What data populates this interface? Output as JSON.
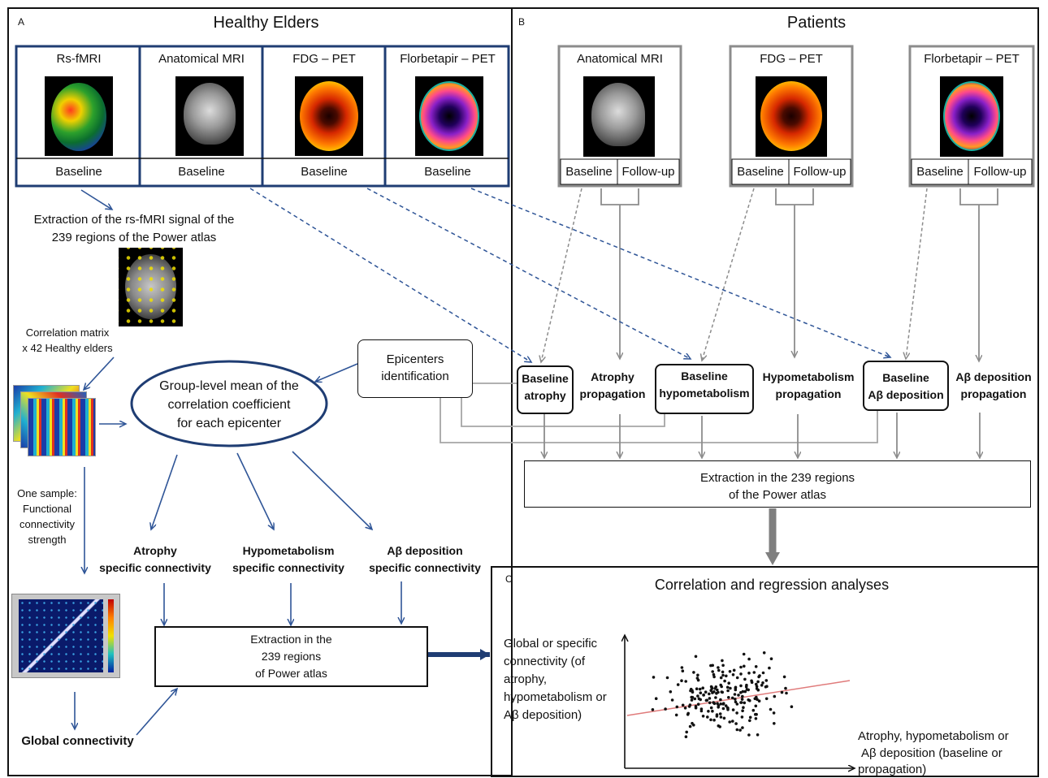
{
  "panels": {
    "a": {
      "letter": "A",
      "title": "Healthy Elders"
    },
    "b": {
      "letter": "B",
      "title": "Patients"
    },
    "c": {
      "letter": "C",
      "title": "Correlation and regression analyses"
    }
  },
  "healthy_modalities": [
    {
      "name": "Rs-fMRI",
      "time": "Baseline",
      "icon": "rs-fmri-brain-image"
    },
    {
      "name": "Anatomical MRI",
      "time": "Baseline",
      "icon": "anatomical-mri-image"
    },
    {
      "name": "FDG – PET",
      "time": "Baseline",
      "icon": "fdg-pet-image"
    },
    {
      "name": "Florbetapir – PET",
      "time": "Baseline",
      "icon": "florbetapir-pet-image"
    }
  ],
  "patient_modalities": [
    {
      "name": "Anatomical MRI",
      "baseline": "Baseline",
      "followup": "Follow-up"
    },
    {
      "name": "FDG – PET",
      "baseline": "Baseline",
      "followup": "Follow-up"
    },
    {
      "name": "Florbetapir – PET",
      "baseline": "Baseline",
      "followup": "Follow-up"
    }
  ],
  "healthy_flow": {
    "extraction_line1": "Extraction of the rs-fMRI signal  of the",
    "extraction_line2": "239 regions of the Power atlas",
    "corr_line1": "Correlation matrix",
    "corr_line2": "x 42 Healthy elders",
    "group_line1": "Group-level mean of the",
    "group_line2": "correlation coefficient",
    "group_line3": "for each epicenter",
    "epicenters_line1": "Epicenters",
    "epicenters_line2": "identification",
    "one_sample": [
      "One sample:",
      "Functional",
      "connectivity",
      "strength"
    ],
    "atrophy": [
      "Atrophy",
      "specific connectivity"
    ],
    "hypo": [
      "Hypometabolism",
      "specific connectivity"
    ],
    "abeta": [
      "Aβ deposition",
      "specific connectivity"
    ],
    "extraction_box": [
      "Extraction in the",
      "239 regions",
      "of Power atlas"
    ],
    "global": "Global connectivity"
  },
  "patient_flow": {
    "baseline_atrophy": [
      "Baseline",
      "atrophy"
    ],
    "atrophy_prop": [
      "Atrophy",
      "propagation"
    ],
    "baseline_hypo": [
      "Baseline",
      "hypometabolism"
    ],
    "hypo_prop": [
      "Hypometabolism",
      "propagation"
    ],
    "baseline_abeta": [
      "Baseline",
      "Aβ deposition"
    ],
    "abeta_prop": [
      "Aβ deposition",
      "propagation"
    ],
    "extraction": [
      "Extraction in the 239 regions",
      "of the Power atlas"
    ]
  },
  "analysis": {
    "ylabel": [
      "Global or specific",
      "connectivity (of",
      "atrophy,",
      "hypometabolism or",
      "Aβ deposition)"
    ],
    "xlabel": [
      "Atrophy, hypometabolism or",
      "Aβ deposition (baseline or",
      "propagation)"
    ]
  },
  "colors": {
    "blue_arrow": "#2f5597",
    "gray_arrow": "#8c8c8c",
    "frame_blue": "#1f3d73",
    "trend_line": "#e07b7b"
  }
}
